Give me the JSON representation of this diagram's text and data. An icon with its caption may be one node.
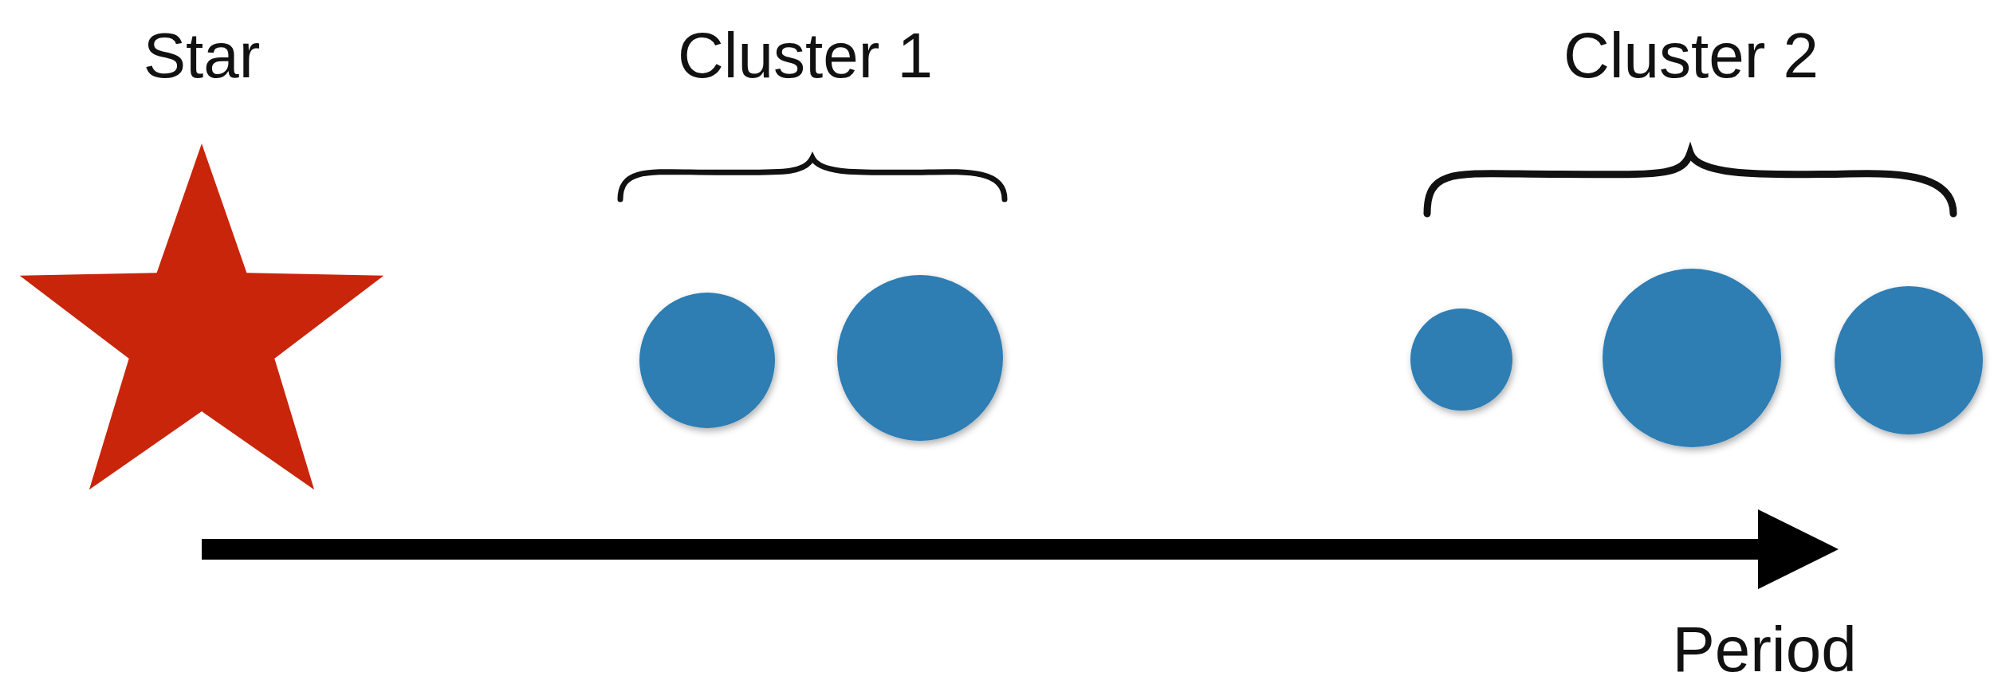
{
  "diagram": {
    "nodes": [
      {
        "text": [],
        "shape": "star"
      },
      {
        "text": [],
        "shape": "circle"
      },
      {
        "text": [],
        "shape": "circle"
      },
      {
        "text": [],
        "shape": "circle"
      },
      {
        "text": [],
        "shape": "circle"
      },
      {
        "text": [],
        "shape": "circle"
      }
    ],
    "labels": [
      "Star",
      "Cluster 1",
      "Cluster 2",
      "Period"
    ]
  }
}
